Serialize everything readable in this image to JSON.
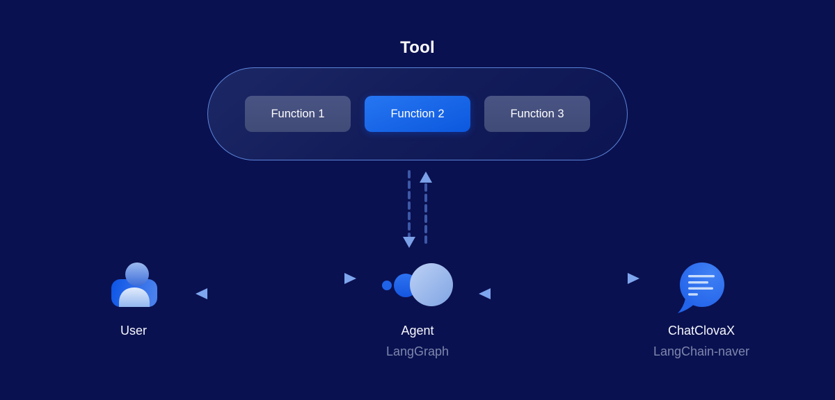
{
  "title": "Tool",
  "tool": {
    "functions": [
      "Function 1",
      "Function 2",
      "Function 3"
    ],
    "active_function": "Function 2"
  },
  "nodes": {
    "user": {
      "label": "User",
      "icon": "people-icon"
    },
    "agent": {
      "label": "Agent",
      "sublabel": "LangGraph",
      "icon": "langgraph-circles-icon"
    },
    "chat": {
      "label": "ChatClovaX",
      "sublabel": "LangChain-naver",
      "icon": "chat-bubble-lines-icon"
    }
  },
  "connections": [
    {
      "from": "agent",
      "to": "tool",
      "style": "dashed",
      "bidirectional": true
    },
    {
      "from": "user",
      "to": "agent",
      "style": "solid",
      "bidirectional": true
    },
    {
      "from": "agent",
      "to": "chat",
      "style": "solid",
      "bidirectional": true
    }
  ],
  "colors": {
    "background": "#0a1150",
    "accent_blue": "#1266e8",
    "muted_button": "#454f7d",
    "container_border": "#6996ee",
    "arrow_bright": "#7ea6ee",
    "arrow_dark": "#2c4176",
    "sublabel_text": "#7d87ad"
  }
}
